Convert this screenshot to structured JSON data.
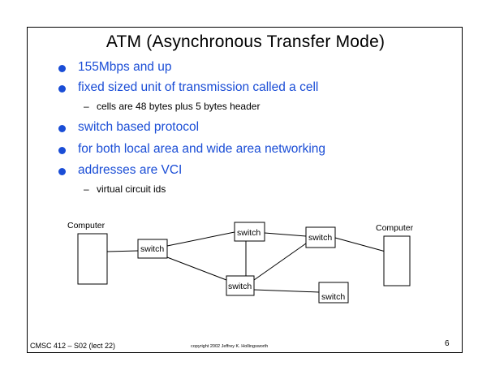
{
  "title": "ATM (Asynchronous Transfer Mode)",
  "bullets": [
    {
      "text": "155Mbps and up"
    },
    {
      "text": "fixed sized unit of transmission called a cell",
      "sub": "cells are 48 bytes plus 5 bytes header"
    },
    {
      "text": "switch based protocol"
    },
    {
      "text": "for both local area and wide area networking"
    },
    {
      "text": "addresses are VCI",
      "sub": "virtual circuit ids"
    }
  ],
  "diagram": {
    "computer_left": "Computer",
    "computer_right": "Computer",
    "switch_label": "switch"
  },
  "footer": {
    "course": "CMSC 412 – S02 (lect 22)",
    "copyright": "copyright 2002 Jeffrey K. Hollingsworth",
    "page": "6"
  },
  "colors": {
    "bullet": "#1a4dd6",
    "text": "#000000"
  }
}
